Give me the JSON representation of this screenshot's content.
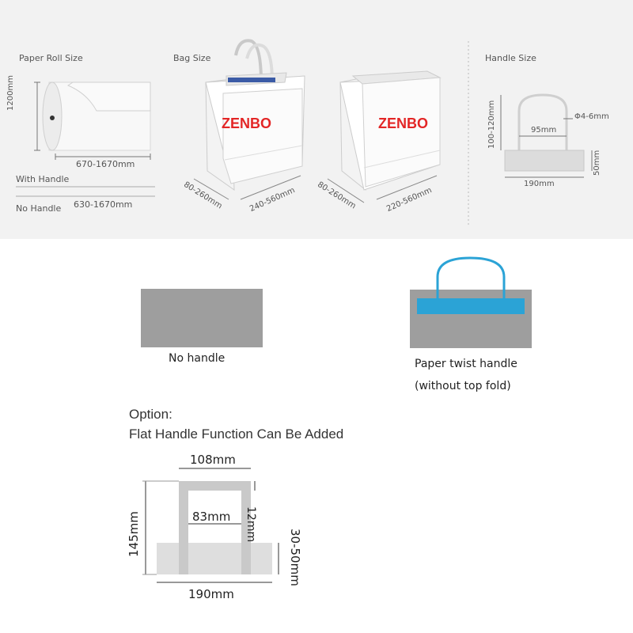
{
  "top": {
    "paper_roll": {
      "title": "Paper Roll Size",
      "height": "1200mm",
      "width": "670-1670mm",
      "with_handle": "With Handle",
      "no_handle": "No Handle",
      "no_handle_width": "630-1670mm"
    },
    "bag": {
      "title": "Bag Size",
      "brand": "ZENBO",
      "depth1": "80-260mm",
      "width1": "240-560mm",
      "depth2": "80-260mm",
      "width2": "220-560mm"
    },
    "handle": {
      "title": "Handle Size",
      "height": "100-120mm",
      "diameter": "Φ4-6mm",
      "inner_width": "95mm",
      "band_height": "50mm",
      "width": "190mm"
    }
  },
  "middle": {
    "no_handle": "No handle",
    "twist_handle_line1": "Paper twist handle",
    "twist_handle_line2": "(without top fold)"
  },
  "option": {
    "title_line1": "Option:",
    "title_line2": "Flat Handle Function Can Be Added",
    "outer_width": "108mm",
    "handle_width": "12mm",
    "inner_width": "83mm",
    "height": "145mm",
    "band_height": "30-50mm",
    "base_width": "190mm"
  },
  "colors": {
    "panel_bg": "#f2f2f2",
    "bag_gray": "#9e9e9e",
    "handle_blue": "#2ba3d6",
    "brand_red": "#e32626"
  }
}
